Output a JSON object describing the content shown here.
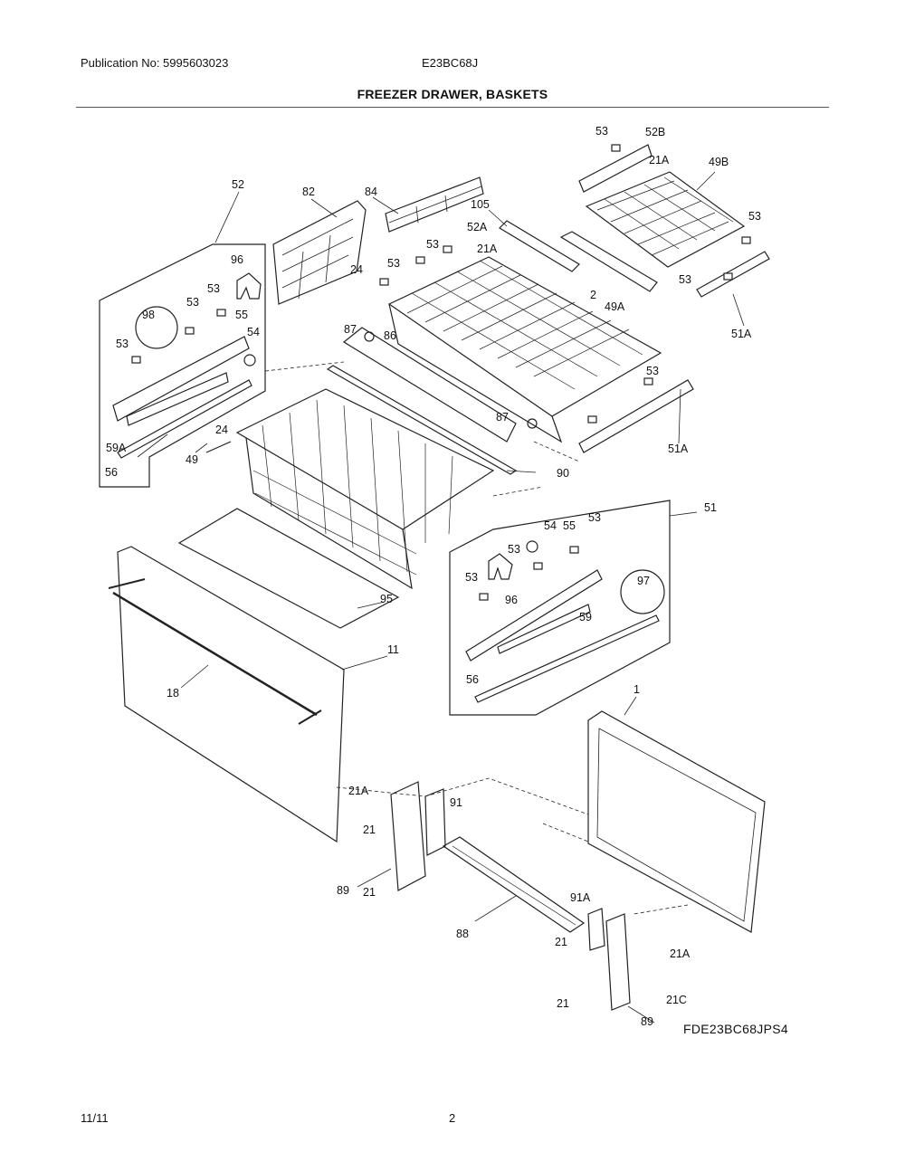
{
  "header": {
    "publication": "Publication No: 5995603023",
    "model": "E23BC68J",
    "title": "FREEZER DRAWER, BASKETS"
  },
  "footer": {
    "date": "11/11",
    "page": "2"
  },
  "diagram": {
    "code": "FDE23BC68JPS4",
    "callouts": [
      "53",
      "52B",
      "21A",
      "49B",
      "53",
      "52",
      "82",
      "84",
      "105",
      "52A",
      "53",
      "53",
      "96",
      "24",
      "53",
      "21A",
      "53",
      "98",
      "55",
      "2",
      "53",
      "53",
      "54",
      "87",
      "86",
      "49A",
      "51A",
      "53",
      "53",
      "87",
      "51A",
      "59A",
      "24",
      "49",
      "56",
      "90",
      "51",
      "54",
      "55",
      "53",
      "53",
      "97",
      "53",
      "96",
      "59",
      "95",
      "11",
      "56",
      "18",
      "1",
      "21A",
      "91",
      "21",
      "89",
      "21",
      "91A",
      "88",
      "21",
      "21A",
      "21C",
      "21",
      "89"
    ]
  }
}
